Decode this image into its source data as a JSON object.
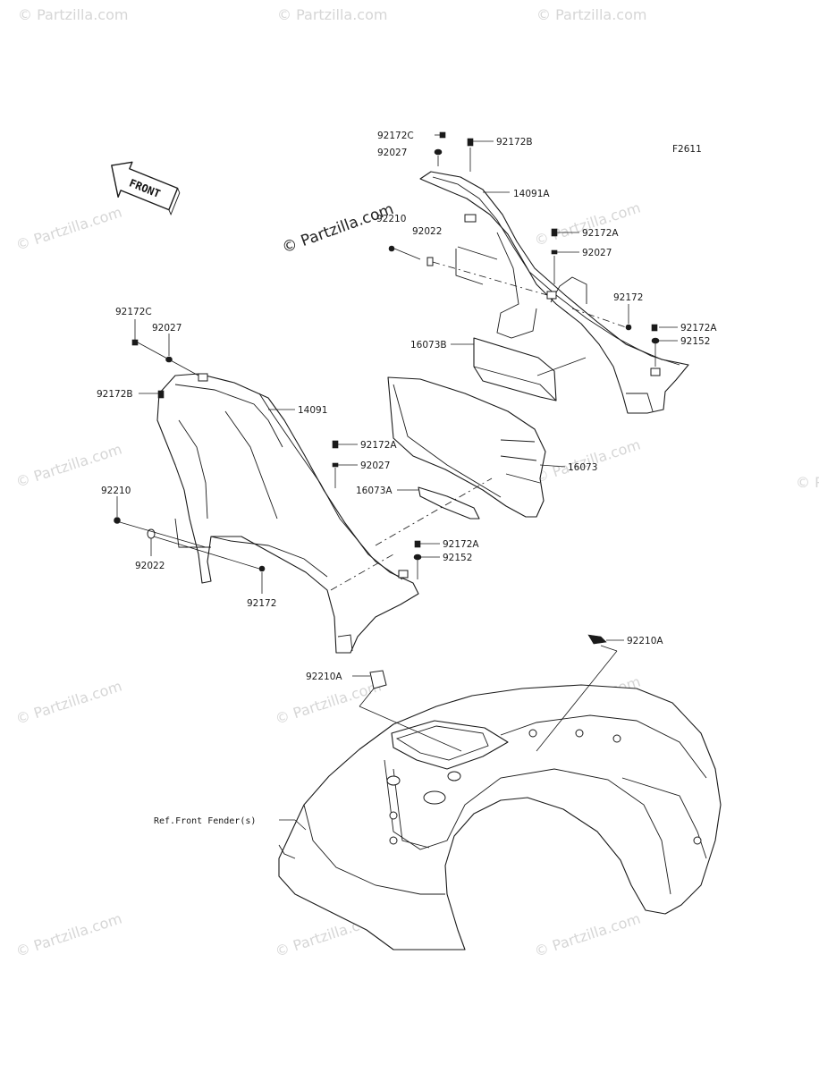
{
  "figure_code": "F2611",
  "watermark_text": "© Partzilla.com",
  "front_arrow_label": "FRONT",
  "labels": {
    "p92172C_top": "92172C",
    "p92172B_top": "92172B",
    "p92027_top": "92027",
    "p14091A": "14091A",
    "p92210_top": "92210",
    "p92022_top": "92022",
    "p92172A_r1": "92172A",
    "p92027_r1": "92027",
    "p92172_top": "92172",
    "p92172A_r2": "92172A",
    "p92152_r2": "92152",
    "p16073B": "16073B",
    "p92172C_left": "92172C",
    "p92027_left": "92027",
    "p92172B_left": "92172B",
    "p14091": "14091",
    "p92172A_mid": "92172A",
    "p92027_mid": "92027",
    "p16073": "16073",
    "p16073A": "16073A",
    "p92210_left": "92210",
    "p92022_left": "92022",
    "p92172A_low": "92172A",
    "p92152_low": "92152",
    "p92172_left": "92172",
    "p92210A_right": "92210A",
    "p92210A_left": "92210A",
    "ref_fender": "Ref.Front Fender(s)"
  }
}
